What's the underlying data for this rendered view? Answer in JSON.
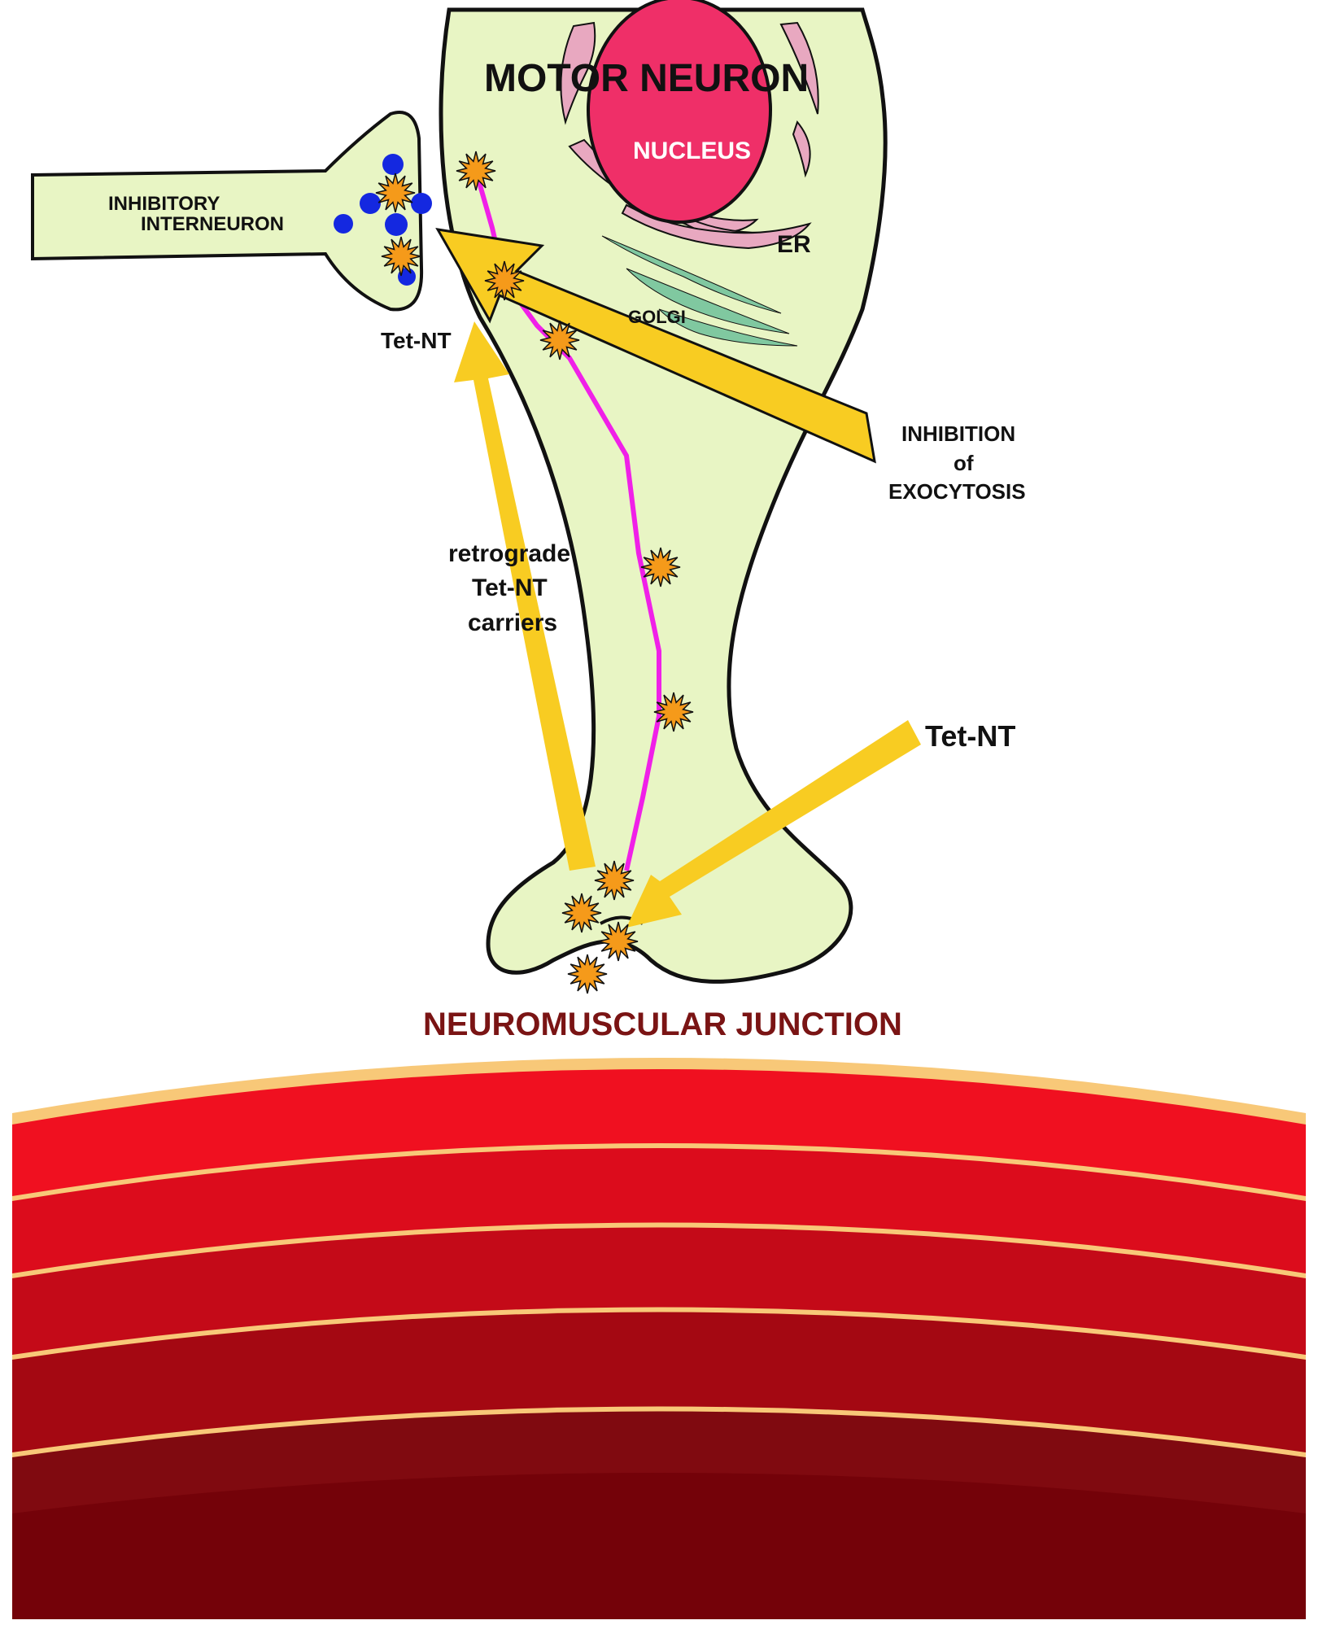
{
  "labels": {
    "motor_neuron": "MOTOR NEURON",
    "nucleus": "NUCLEUS",
    "er": "ER",
    "golgi": "GOLGI",
    "inhibitory_line1": "INHIBITORY",
    "inhibitory_line2": "INTERNEURON",
    "tetnt_synapse": "Tet-NT",
    "inhibition_line1": "INHIBITION",
    "inhibition_line2": "of",
    "inhibition_line3": "EXOCYTOSIS",
    "retrograde_line1": "retrograde",
    "retrograde_line2": "Tet-NT",
    "retrograde_line3": "carriers",
    "tetnt_entry": "Tet-NT",
    "nmj": "NEUROMUSCULAR JUNCTION"
  },
  "colors": {
    "cell_fill": "#e8f5c4",
    "nucleus": "#ef2f68",
    "er": "#e8a8c0",
    "golgi": "#80c8a0",
    "vesicle": "#1428e0",
    "toxin": "#f59a1a",
    "axon_track": "#f020e8",
    "arrow": "#f8cc22",
    "nmj_label": "#7a1414",
    "muscle_top": "#f01020",
    "muscle_bottom": "#700008",
    "muscle_stripe": "#f8c878"
  },
  "icons": {
    "toxin": "starburst-icon",
    "vesicle": "circle-icon"
  }
}
